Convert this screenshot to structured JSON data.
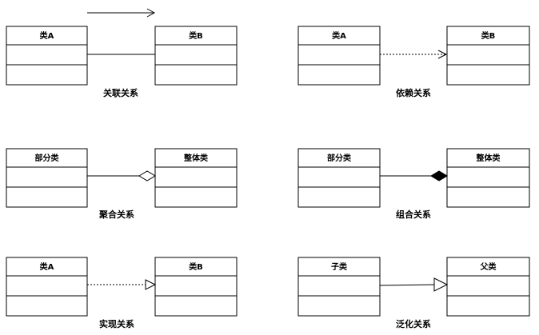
{
  "diagrams": [
    {
      "caption": "关联关系",
      "left": "类A",
      "right": "类B",
      "relation": "association"
    },
    {
      "caption": "依赖关系",
      "left": "类A",
      "right": "类B",
      "relation": "dependency"
    },
    {
      "caption": "聚合关系",
      "left": "部分类",
      "right": "整体类",
      "relation": "aggregation"
    },
    {
      "caption": "组合关系",
      "left": "部分类",
      "right": "整体类",
      "relation": "composition"
    },
    {
      "caption": "实现关系",
      "left": "类A",
      "right": "类B",
      "relation": "realization"
    },
    {
      "caption": "泛化关系",
      "left": "子类",
      "right": "父类",
      "relation": "generalization"
    }
  ]
}
